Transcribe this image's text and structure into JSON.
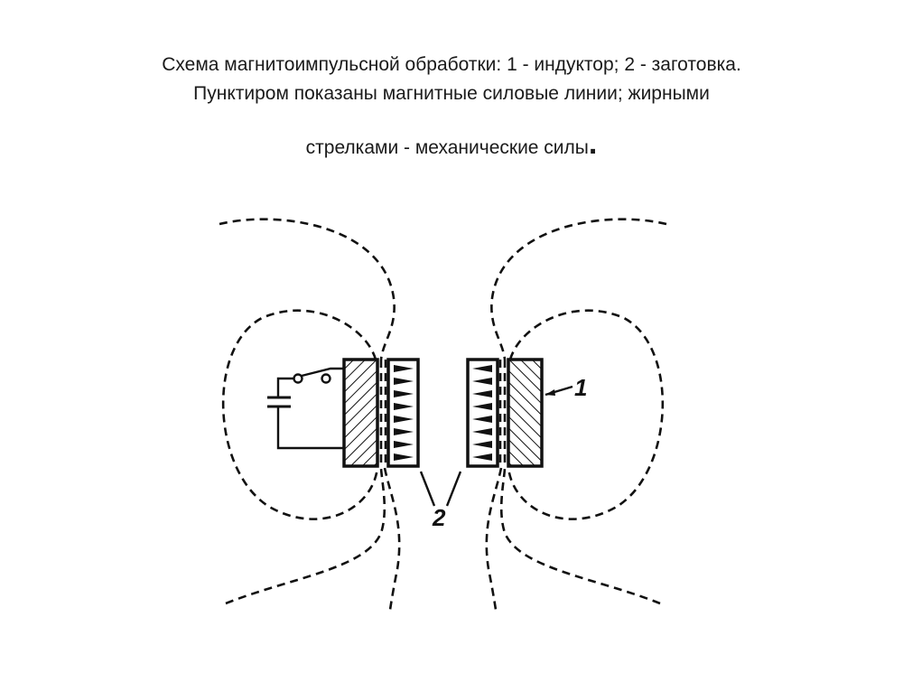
{
  "caption": {
    "line1": "Схема магнитоимпульсной обработки: 1 - индуктор; 2 - заготовка.",
    "line2": "Пунктиром показаны магнитные силовые линии; жирными",
    "line3": "стрелками - механические силы",
    "line3_end": "."
  },
  "diagram": {
    "label_inductor": "1",
    "label_workpiece": "2",
    "stroke_color": "#111111"
  }
}
